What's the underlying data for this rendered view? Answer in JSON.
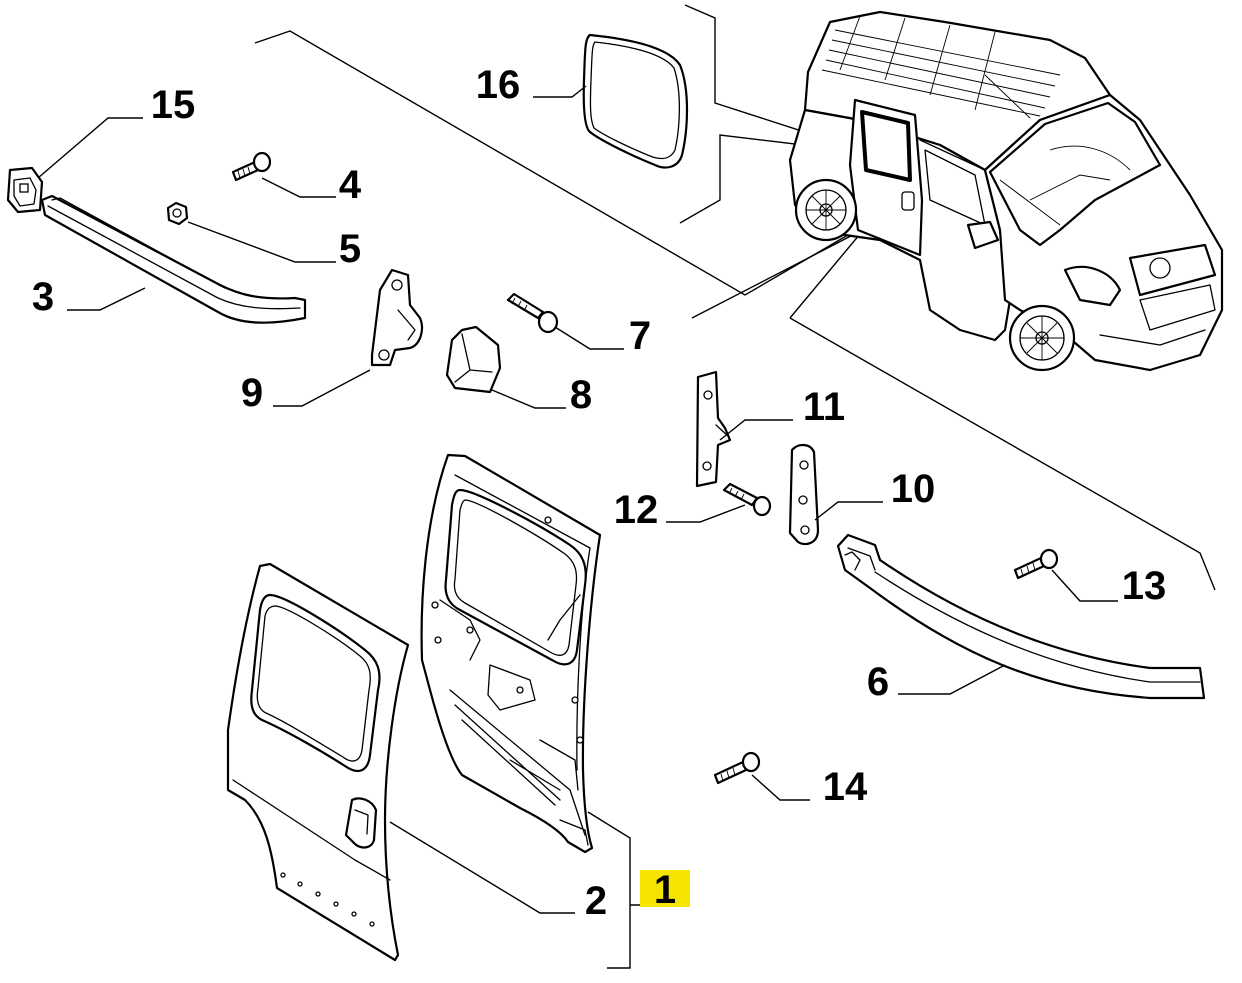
{
  "diagram": {
    "highlight_color": "#f5e400",
    "callouts": [
      {
        "id": "c1",
        "label": "1",
        "highlighted": true
      },
      {
        "id": "c2",
        "label": "2"
      },
      {
        "id": "c3",
        "label": "3"
      },
      {
        "id": "c4",
        "label": "4"
      },
      {
        "id": "c5",
        "label": "5"
      },
      {
        "id": "c6",
        "label": "6"
      },
      {
        "id": "c7",
        "label": "7"
      },
      {
        "id": "c8",
        "label": "8"
      },
      {
        "id": "c9",
        "label": "9"
      },
      {
        "id": "c10",
        "label": "10"
      },
      {
        "id": "c11",
        "label": "11"
      },
      {
        "id": "c12",
        "label": "12"
      },
      {
        "id": "c13",
        "label": "13"
      },
      {
        "id": "c14",
        "label": "14"
      },
      {
        "id": "c15",
        "label": "15"
      },
      {
        "id": "c16",
        "label": "16"
      }
    ]
  }
}
